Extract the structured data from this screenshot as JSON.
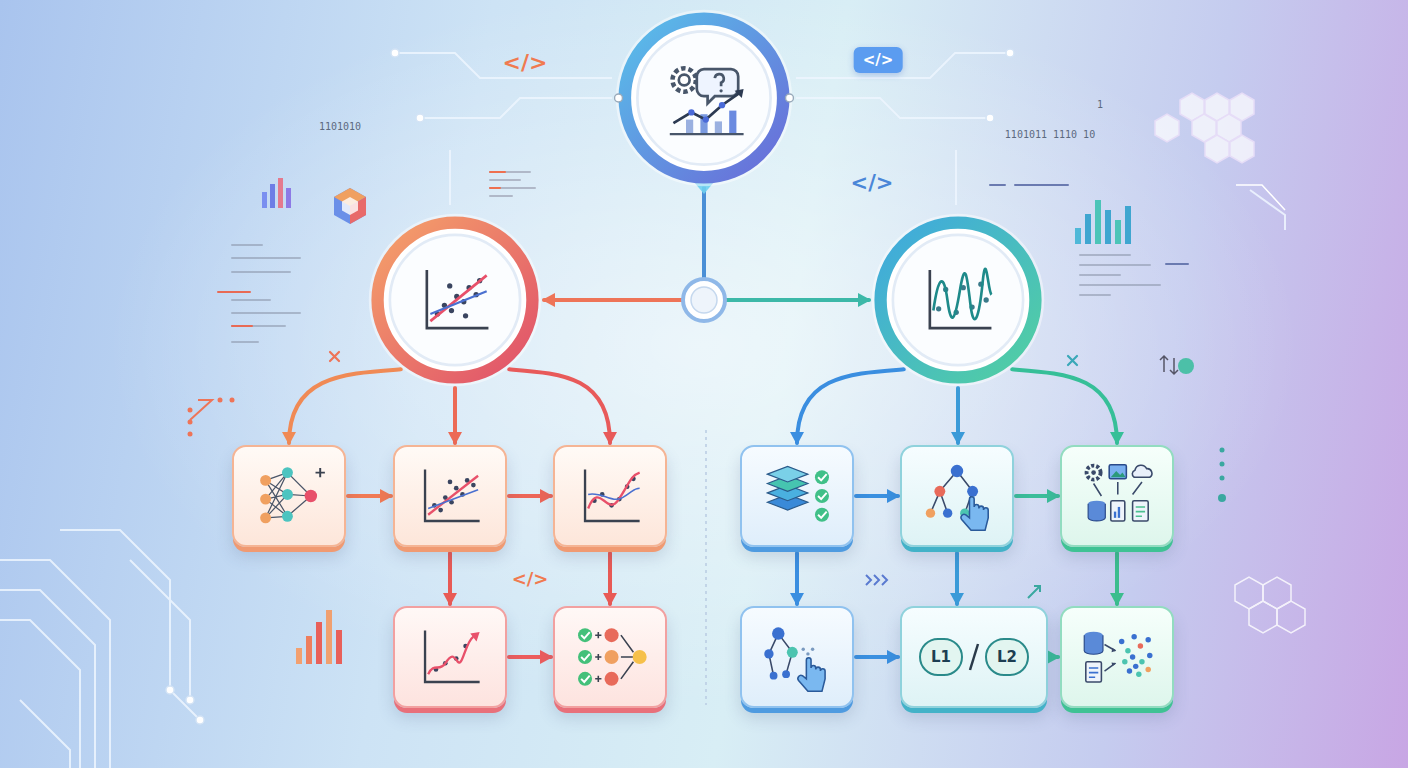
{
  "diagram": {
    "nodes": [
      {
        "text": []
      },
      {
        "text": []
      },
      {
        "text": []
      },
      {
        "text": []
      },
      {
        "text": []
      },
      {
        "text": []
      },
      {
        "text": []
      },
      {
        "text": []
      },
      {
        "text": []
      },
      {
        "text": []
      },
      {
        "text": []
      },
      {
        "text": []
      },
      {
        "text": [
          "L1",
          "L2"
        ]
      },
      {
        "text": []
      }
    ],
    "edges": [
      {
        "from": 0,
        "to": 1,
        "arrow": "to"
      },
      {
        "from": 0,
        "to": 2,
        "arrow": "to"
      },
      {
        "from": 1,
        "to": 3,
        "arrow": "to"
      },
      {
        "from": 1,
        "to": 4,
        "arrow": "to"
      },
      {
        "from": 1,
        "to": 5,
        "arrow": "to"
      },
      {
        "from": 3,
        "to": 4,
        "arrow": "to"
      },
      {
        "from": 4,
        "to": 5,
        "arrow": "to"
      },
      {
        "from": 4,
        "to": 6,
        "arrow": "to"
      },
      {
        "from": 5,
        "to": 7,
        "arrow": "to"
      },
      {
        "from": 6,
        "to": 7,
        "arrow": "to"
      },
      {
        "from": 2,
        "to": 8,
        "arrow": "to"
      },
      {
        "from": 2,
        "to": 9,
        "arrow": "to"
      },
      {
        "from": 2,
        "to": 10,
        "arrow": "to"
      },
      {
        "from": 8,
        "to": 9,
        "arrow": "to"
      },
      {
        "from": 9,
        "to": 10,
        "arrow": "to"
      },
      {
        "from": 8,
        "to": 11,
        "arrow": "to"
      },
      {
        "from": 9,
        "to": 12,
        "arrow": "to"
      },
      {
        "from": 10,
        "to": 13,
        "arrow": "to"
      },
      {
        "from": 11,
        "to": 12,
        "arrow": "to"
      },
      {
        "from": 12,
        "to": 13,
        "arrow": "to"
      }
    ],
    "labels": [
      "</>",
      "</>",
      "</>",
      "</>",
      "1101010",
      "1101011 1110 10",
      "1"
    ]
  }
}
